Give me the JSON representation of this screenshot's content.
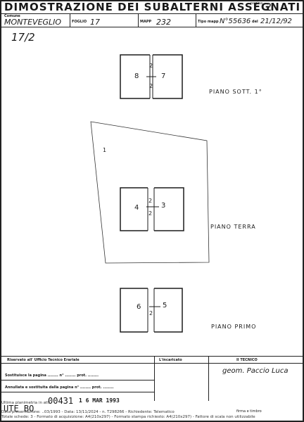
{
  "header": {
    "title": "DIMOSTRAZIONE DEI SUBALTERNI ASSEGNATI",
    "pagina_label": "pagina",
    "pagina_value": "2",
    "comune_label": "Comune",
    "comune_value": "MONTEVEGLIO",
    "foglio_label": "FOGLIO",
    "foglio_value": "17",
    "mappale_label": "MAPP",
    "mappale_value": "232",
    "tipo_label": "Tipo mapp",
    "tipo_value": "N°55636",
    "del_label": "del",
    "del_value": "21/12/92"
  },
  "reference": "17/2",
  "floors": [
    {
      "level": "PIANO SOTT. 1°",
      "left_sub": "8",
      "right_sub": "7",
      "marks": [
        "2",
        "2"
      ]
    },
    {
      "level": "PIANO TERRA",
      "left_sub": "4",
      "right_sub": "3",
      "marks": [
        "2",
        "2"
      ],
      "area_sub": "1"
    },
    {
      "level": "PIANO PRIMO",
      "left_sub": "6",
      "right_sub": "5",
      "marks": [
        "2"
      ]
    }
  ],
  "footer": {
    "riservato": "Riservato all' Ufficio Tecnico Erariale",
    "incaricato": "L'incaricato",
    "tecnico": "Il TECNICO",
    "sostituisce": "Sostituisce la pagina ........ n° ........ prot. ........",
    "annullata": "Annullata e sostituita dalla pagina n° ........ prot. ........",
    "firma_label": "firma e timbro",
    "stamp_office": "UTE BO",
    "stamp_number": "00431",
    "stamp_date": "1 6 MAR 1993",
    "signature": "geom. Paccio Luca",
    "meta_line1": "Ultima planimetria in atti",
    "meta_line2": "Data presentazione: ..03/1993 - Data: 13/11/2024 - n. T298266 - Richiedente: Telematico",
    "meta_line3": "Totale schede: 3 - Formato di acquisizione: A4(210x297) - Formato stampa richiesto: A4(210x297) - Fattore di scala non utilizzabile"
  }
}
